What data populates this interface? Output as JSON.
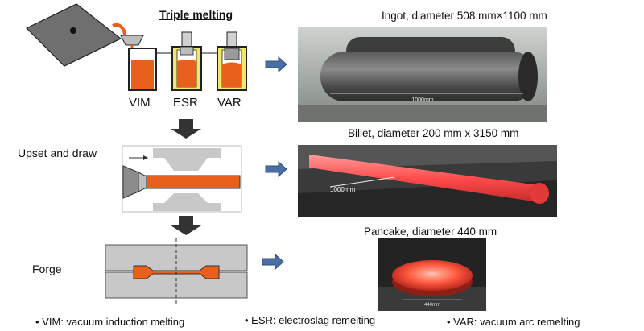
{
  "process": {
    "title": "Triple melting",
    "steps": {
      "vim": "VIM",
      "esr": "ESR",
      "var": "VAR"
    },
    "upset_label": "Upset and draw",
    "forge_label": "Forge"
  },
  "products": {
    "ingot": {
      "caption": "Ingot, diameter 508 mm×1100 mm",
      "scale": "1000mm"
    },
    "billet": {
      "caption": "Billet, diameter 200 mm x 3150 mm",
      "scale": "1000mm"
    },
    "pancake": {
      "caption": "Pancake, diameter 440 mm",
      "scale": "440mm"
    }
  },
  "legend": {
    "vim": "• VIM:  vacuum induction melting",
    "esr": "• ESR:  electroslag remelting",
    "var": "• VAR:  vacuum arc remelting"
  },
  "colors": {
    "molten": "#e8601c",
    "hot_billet": "#ff4b4b",
    "arrow": "#4a6fa5",
    "gray_die": "#c8c8c8"
  }
}
